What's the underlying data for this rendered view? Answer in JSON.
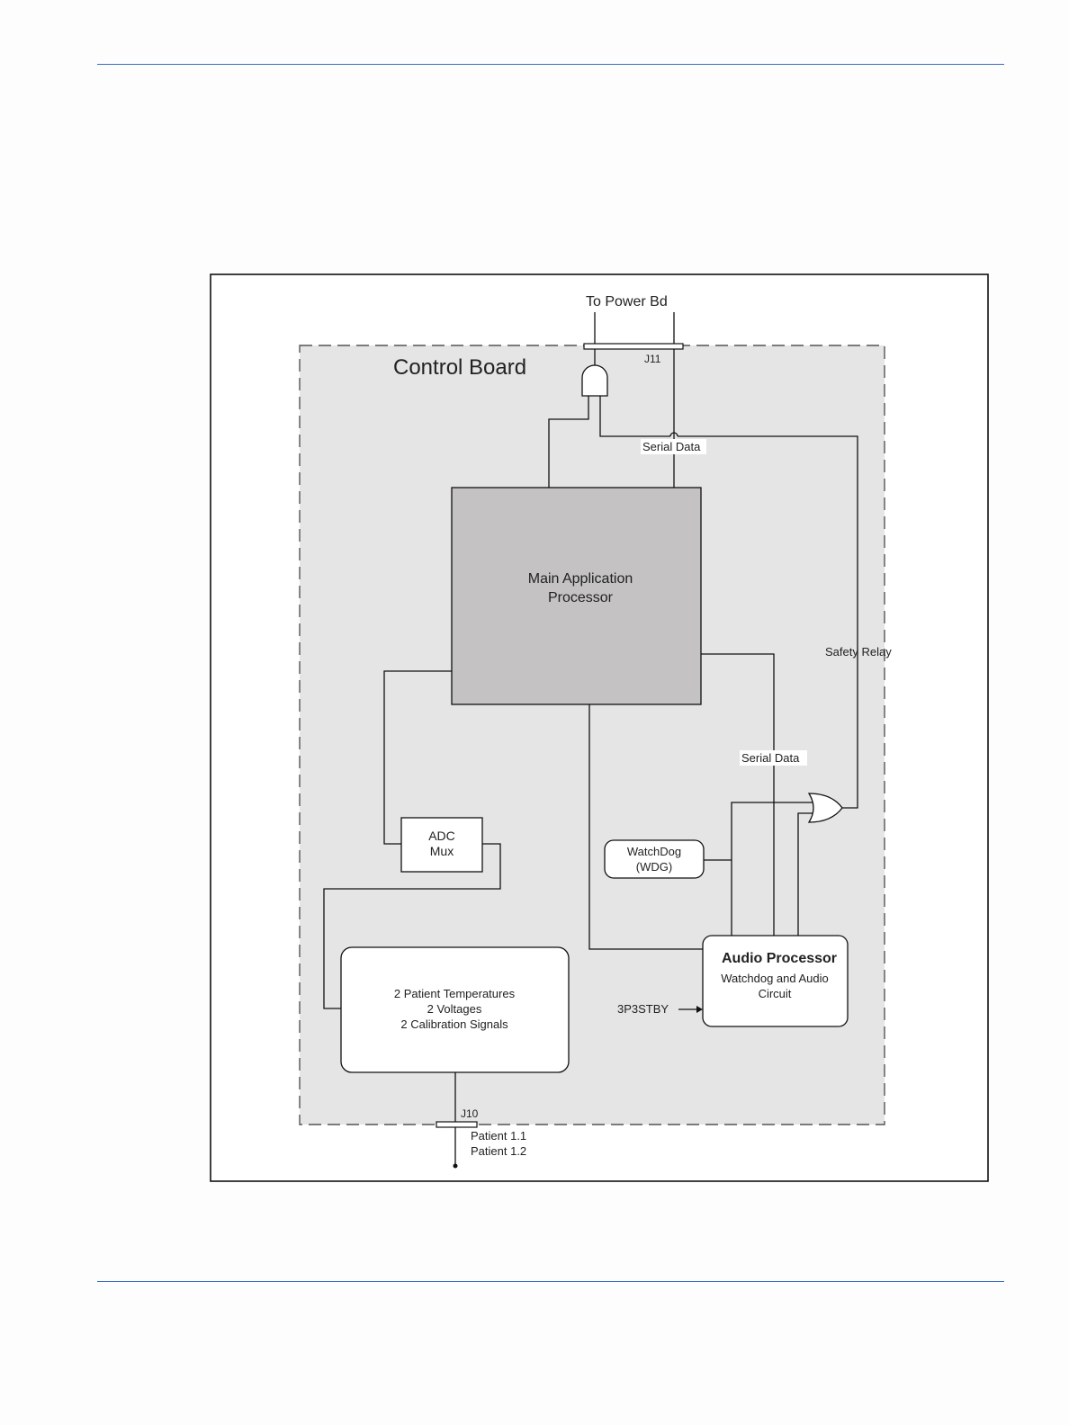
{
  "diagram": {
    "board_title": "Control Board",
    "to_power": "To Power Bd",
    "j11": "J11",
    "j10": "J10",
    "serial_data_top": "Serial Data",
    "serial_data_right": "Serial Data",
    "safety_relay": "Safety Relay",
    "main_processor": {
      "line1": "Main Application",
      "line2": "Processor"
    },
    "adc_mux": {
      "line1": "ADC",
      "line2": "Mux"
    },
    "watchdog": {
      "line1": "WatchDog",
      "line2": "(WDG)"
    },
    "audio_processor": {
      "title": "Audio Processor",
      "line1": "Watchdog and Audio",
      "line2": "Circuit"
    },
    "signals_box": {
      "line1": "2 Patient Temperatures",
      "line2": "2 Voltages",
      "line3": "2 Calibration Signals"
    },
    "standby": "3P3STBY",
    "patient_1": "Patient 1.1",
    "patient_2": "Patient 1.2"
  },
  "colors": {
    "rule": "#3b6cc4",
    "board_fill": "#e5e5e5",
    "processor_fill": "#c4c2c3"
  }
}
